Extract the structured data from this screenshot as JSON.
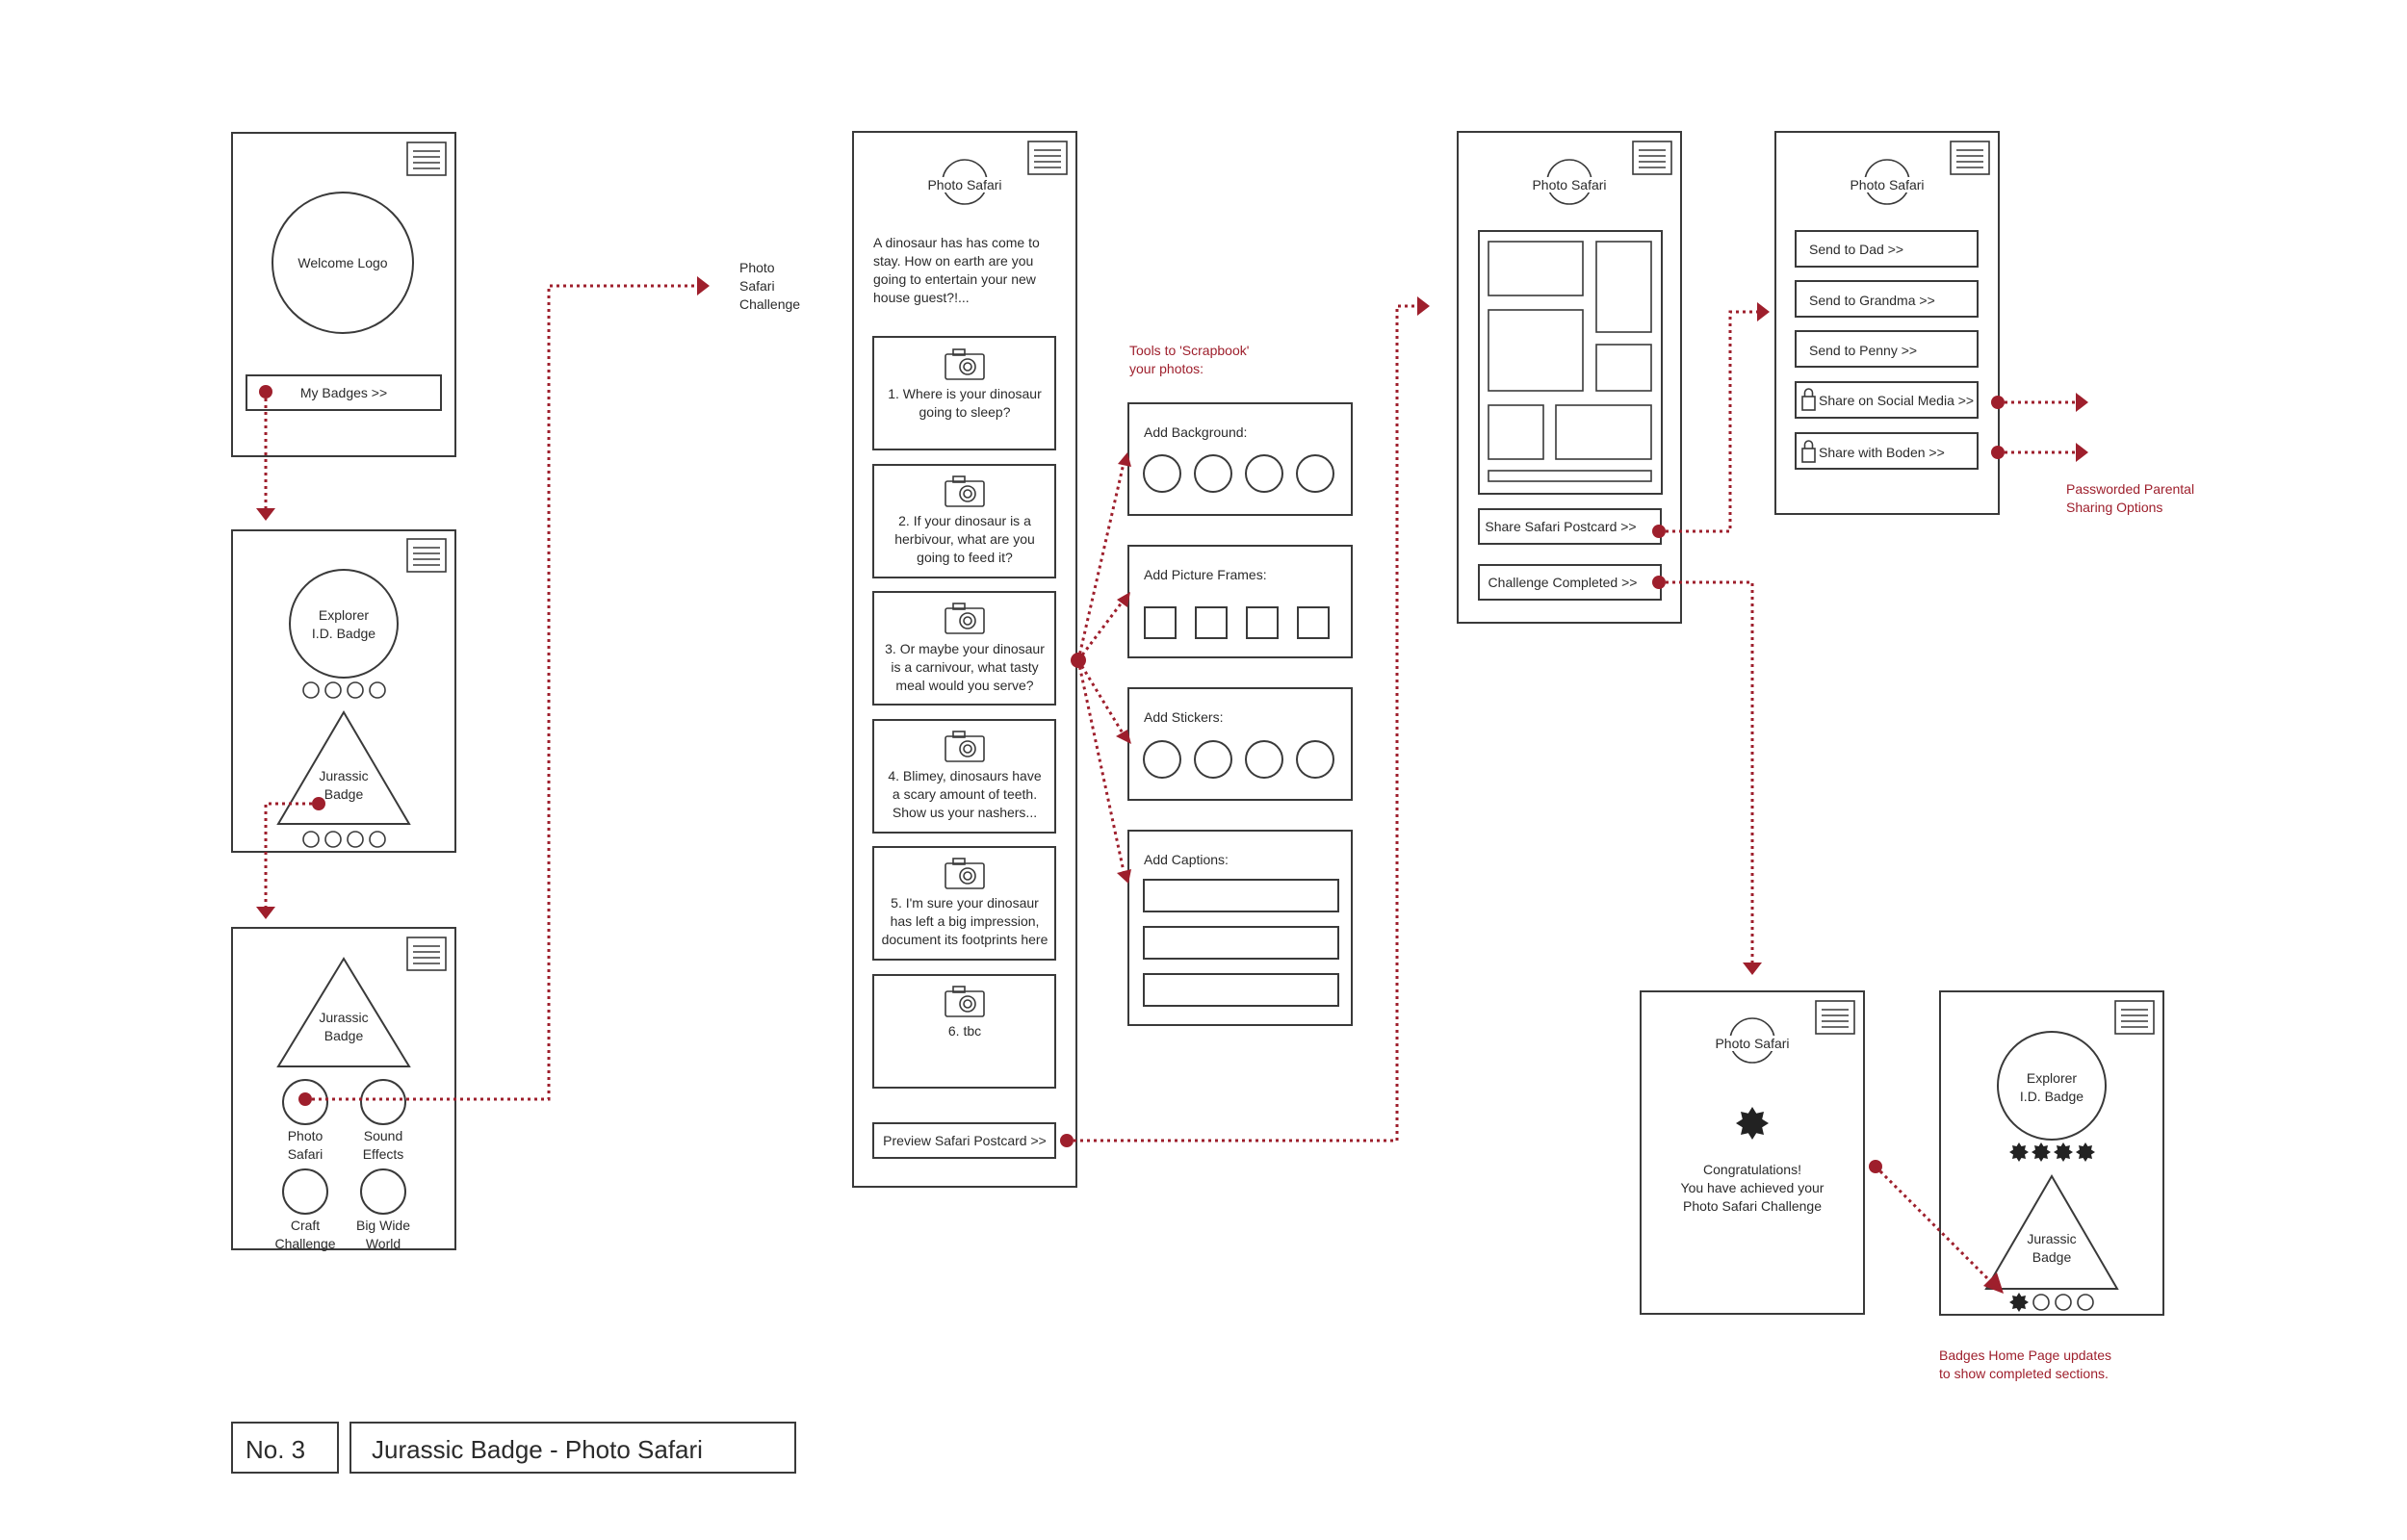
{
  "screen1": {
    "logo": "Welcome Logo",
    "badges_button": "My Badges >>"
  },
  "screen2": {
    "explorer": [
      "Explorer",
      "I.D. Badge"
    ],
    "jurassic": [
      "Jurassic",
      "Badge"
    ]
  },
  "screen3": {
    "jurassic": [
      "Jurassic",
      "Badge"
    ],
    "options": [
      {
        "lines": [
          "Photo",
          "Safari"
        ]
      },
      {
        "lines": [
          "Sound",
          "Effects"
        ]
      },
      {
        "lines": [
          "Craft",
          "Challenge"
        ]
      },
      {
        "lines": [
          "Big Wide",
          "World"
        ]
      }
    ]
  },
  "challenge_label": [
    "Photo",
    "Safari",
    "Challenge"
  ],
  "photo_safari": {
    "title": "Photo Safari",
    "intro": [
      "A dinosaur has has come to",
      "stay. How on earth are you",
      "going to entertain your new",
      "house guest?!..."
    ],
    "tasks": [
      {
        "lines": [
          "1. Where is your dinosaur",
          "going to sleep?"
        ]
      },
      {
        "lines": [
          "2. If your dinosaur is a",
          "herbivour, what are you",
          "going to feed it?"
        ]
      },
      {
        "lines": [
          "3. Or maybe your dinosaur",
          "is a carnivour, what tasty",
          "meal would you serve?"
        ]
      },
      {
        "lines": [
          "4. Blimey, dinosaurs have",
          "a scary amount of teeth.",
          "Show us your nashers..."
        ]
      },
      {
        "lines": [
          "5. I'm sure your dinosaur",
          "has left a big impression,",
          "document its footprints here"
        ]
      },
      {
        "lines": [
          "6. tbc"
        ]
      }
    ],
    "preview_button": "Preview Safari Postcard >>"
  },
  "tools": {
    "note": [
      "Tools to 'Scrapbook'",
      "your photos:"
    ],
    "background": "Add Background:",
    "frames": "Add Picture Frames:",
    "stickers": "Add Stickers:",
    "captions": "Add Captions:"
  },
  "postcard": {
    "title": "Photo Safari",
    "share_button": "Share Safari Postcard >>",
    "completed_button": "Challenge Completed >>"
  },
  "share": {
    "title": "Photo Safari",
    "buttons": [
      "Send to Dad >>",
      "Send to Grandma >>",
      "Send to Penny >>",
      "Share on Social Media >>",
      "Share with Boden >>"
    ],
    "note": [
      "Passworded Parental",
      "Sharing Options"
    ]
  },
  "congrats": {
    "title": "Photo Safari",
    "message": [
      "Congratulations!",
      "You have achieved your",
      "Photo Safari Challenge"
    ]
  },
  "badges_home": {
    "explorer": [
      "Explorer",
      "I.D. Badge"
    ],
    "jurassic": [
      "Jurassic",
      "Badge"
    ],
    "note": [
      "Badges Home Page updates",
      "to show completed sections."
    ]
  },
  "footer": {
    "number": "No. 3",
    "title": "Jurassic Badge - Photo Safari"
  },
  "colors": {
    "accent": "#9e1f2c",
    "ink": "#2b2b2b"
  }
}
